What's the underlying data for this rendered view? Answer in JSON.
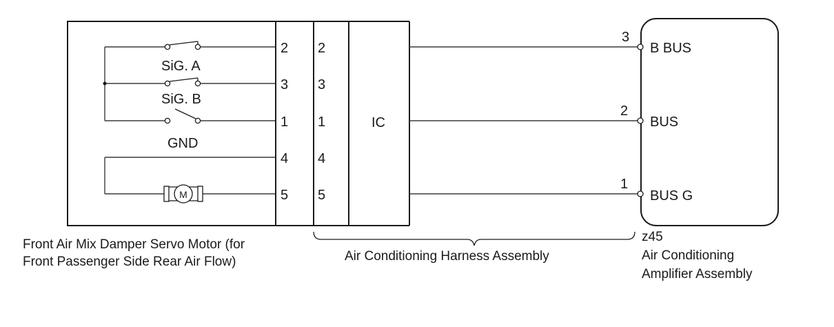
{
  "servo_motor": {
    "switches": {
      "sig_a": "SiG. A",
      "sig_b": "SiG. B",
      "gnd": "GND"
    },
    "motor_symbol": "M",
    "pins": [
      "2",
      "3",
      "1",
      "4",
      "5"
    ],
    "caption_line1": "Front Air Mix Damper Servo Motor (for",
    "caption_line2": "Front Passenger Side Rear Air Flow)"
  },
  "harness": {
    "pins": [
      "2",
      "3",
      "1",
      "4",
      "5"
    ],
    "ic_label": "IC",
    "caption": "Air Conditioning Harness Assembly"
  },
  "amplifier": {
    "connector_id": "z45",
    "terminals": [
      {
        "pin": "3",
        "name": "B BUS"
      },
      {
        "pin": "2",
        "name": "BUS"
      },
      {
        "pin": "1",
        "name": "BUS G"
      }
    ],
    "caption_line1": "Air Conditioning",
    "caption_line2": "Amplifier Assembly"
  }
}
